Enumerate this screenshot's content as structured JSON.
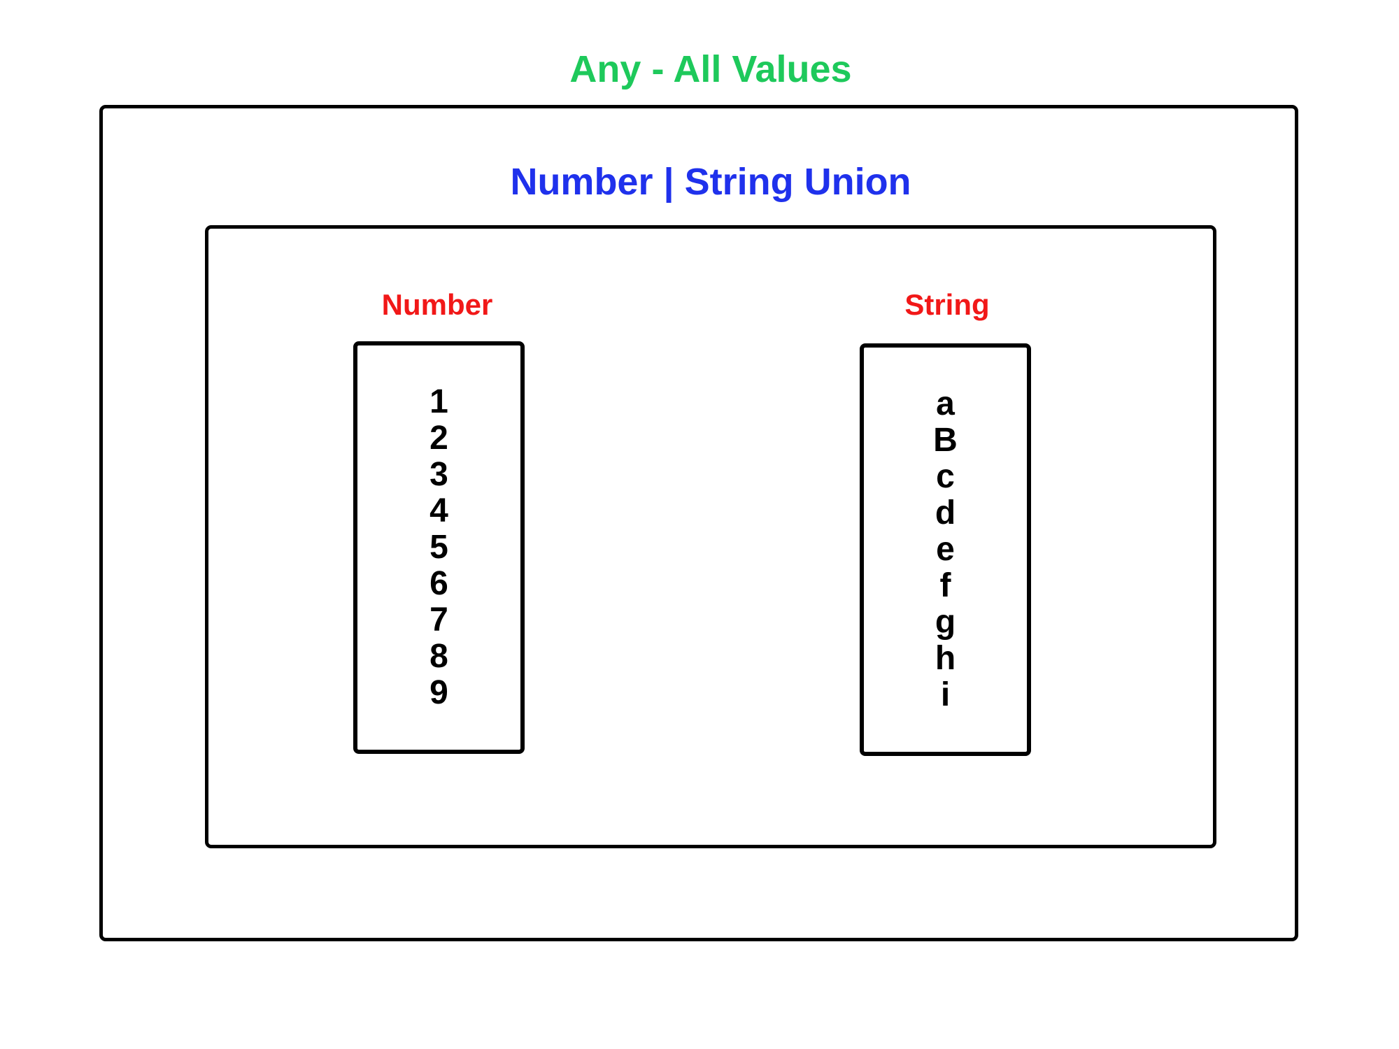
{
  "title": {
    "text": "Any - All Values",
    "color": "#1EC95B"
  },
  "union": {
    "label": "Number | String Union",
    "color": "#1F31EC"
  },
  "sets": [
    {
      "name": "Number",
      "label_color": "#F11818",
      "values": [
        "1",
        "2",
        "3",
        "4",
        "5",
        "6",
        "7",
        "8",
        "9"
      ]
    },
    {
      "name": "String",
      "label_color": "#F11818",
      "values": [
        "a",
        "B",
        "c",
        "d",
        "e",
        "f",
        "g",
        "h",
        "i"
      ]
    }
  ],
  "colors": {
    "background": "#FFFFFF",
    "border": "#000000",
    "values_text": "#000000"
  }
}
